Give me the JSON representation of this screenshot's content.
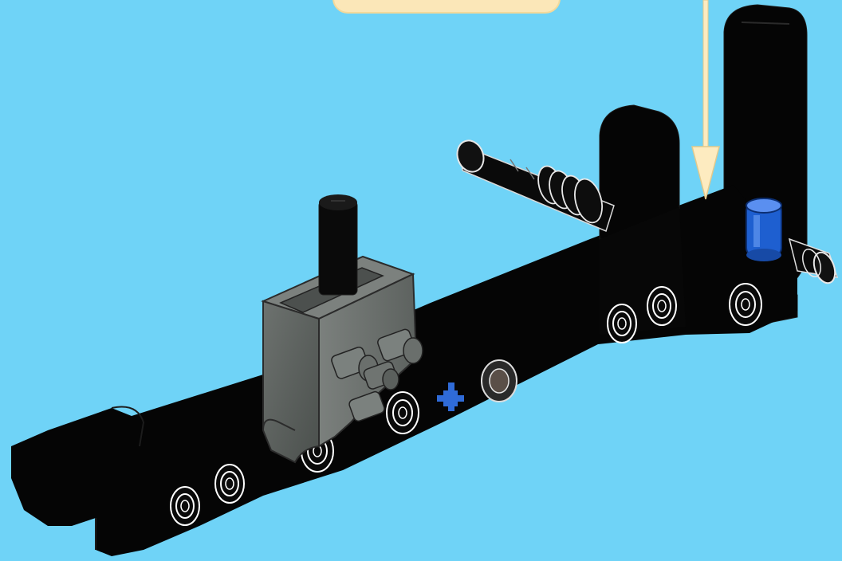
{
  "scene": {
    "background_color": "#6FD3F7",
    "callout_fill": "#FBE7B8",
    "arrow_color": "#FDEBC0",
    "beam_color": "#050505",
    "gray_part_color": "#5A5F5C",
    "axle_pin_color": "#2F6BD8",
    "bushing_color": "#1E5FD0",
    "parts": [
      "liftarm-beam",
      "tall-upright-beam",
      "short-upright-beam",
      "gray-pin-block",
      "vertical-axle",
      "horizontal-axle-with-bushing",
      "blue-axle-pin",
      "blue-bushing",
      "pin-end"
    ]
  }
}
